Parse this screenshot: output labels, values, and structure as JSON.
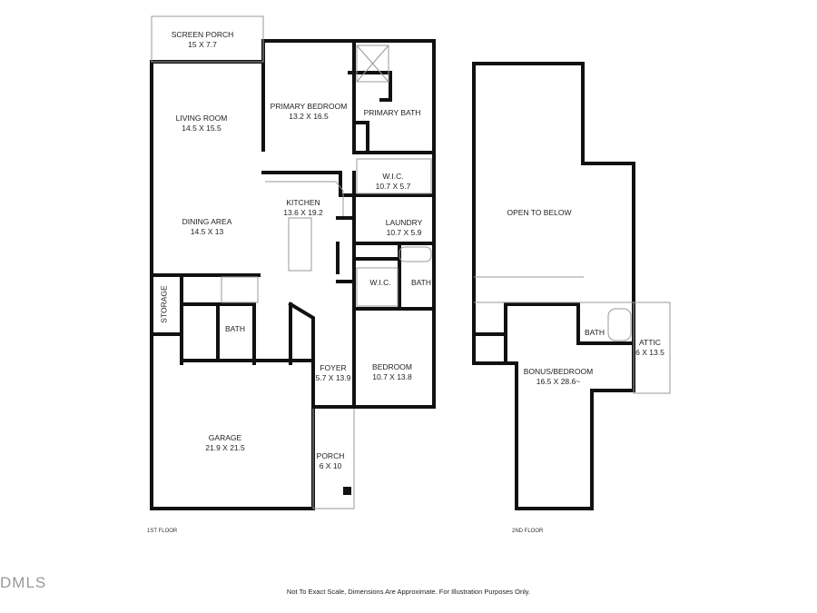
{
  "floors": [
    {
      "name": "1ST FLOOR",
      "rooms": [
        {
          "name": "SCREEN PORCH",
          "dims": "15 X 7.7"
        },
        {
          "name": "LIVING ROOM",
          "dims": "14.5 X 15.5"
        },
        {
          "name": "PRIMARY BEDROOM",
          "dims": "13.2 X 16.5"
        },
        {
          "name": "PRIMARY BATH",
          "dims": ""
        },
        {
          "name": "W.I.C.",
          "dims": "10.7 X 5.7"
        },
        {
          "name": "KITCHEN",
          "dims": "13.6 X 19.2"
        },
        {
          "name": "DINING AREA",
          "dims": "14.5 X 13"
        },
        {
          "name": "LAUNDRY",
          "dims": "10.7 X 5.9"
        },
        {
          "name": "W.I.C.",
          "dims": ""
        },
        {
          "name": "BATH",
          "dims": ""
        },
        {
          "name": "STORAGE",
          "dims": ""
        },
        {
          "name": "BATH",
          "dims": ""
        },
        {
          "name": "FOYER",
          "dims": "5.7 X 13.9"
        },
        {
          "name": "BEDROOM",
          "dims": "10.7 X 13.8"
        },
        {
          "name": "GARAGE",
          "dims": "21.9 X 21.5"
        },
        {
          "name": "PORCH",
          "dims": "6 X 10"
        }
      ]
    },
    {
      "name": "2ND FLOOR",
      "rooms": [
        {
          "name": "OPEN TO BELOW",
          "dims": ""
        },
        {
          "name": "BATH",
          "dims": ""
        },
        {
          "name": "ATTIC",
          "dims": "6 X 13.5"
        },
        {
          "name": "BONUS/BEDROOM",
          "dims": "16.5 X 28.6~"
        }
      ]
    }
  ],
  "footer": {
    "disclaimer": "Not To Exact Scale, Dimensions Are Approximate. For Illustration Purposes Only.",
    "logo": "DMLS"
  },
  "colors": {
    "wall": "#111111",
    "fixture": "#888888",
    "background": "#ffffff"
  }
}
